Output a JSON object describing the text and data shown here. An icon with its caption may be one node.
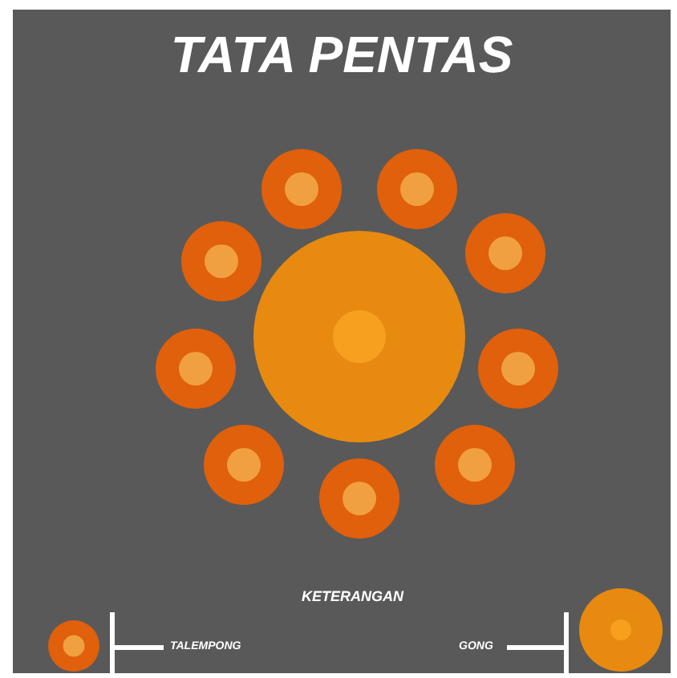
{
  "diagram": {
    "title": "TATA PENTAS",
    "nodes": [
      {
        "text": [],
        "shape": "circle"
      },
      {
        "text": [],
        "shape": "circle"
      },
      {
        "text": [],
        "shape": "circle"
      },
      {
        "text": [],
        "shape": "circle"
      },
      {
        "text": [],
        "shape": "circle"
      },
      {
        "text": [],
        "shape": "circle"
      },
      {
        "text": [],
        "shape": "circle"
      },
      {
        "text": [],
        "shape": "circle"
      },
      {
        "text": [],
        "shape": "circle"
      },
      {
        "text": [],
        "shape": "circle"
      },
      {
        "text": [],
        "shape": "circle"
      },
      {
        "text": [
          "TALEMPONG"
        ]
      },
      {
        "text": [
          "GONG"
        ]
      },
      {
        "text": [],
        "shape": "circle"
      }
    ],
    "edges": [
      {
        "from": 11,
        "to": 10,
        "arrow": "other"
      },
      {
        "from": 12,
        "to": 13,
        "arrow": "other"
      }
    ],
    "labels": [
      "KETERANGAN"
    ]
  }
}
